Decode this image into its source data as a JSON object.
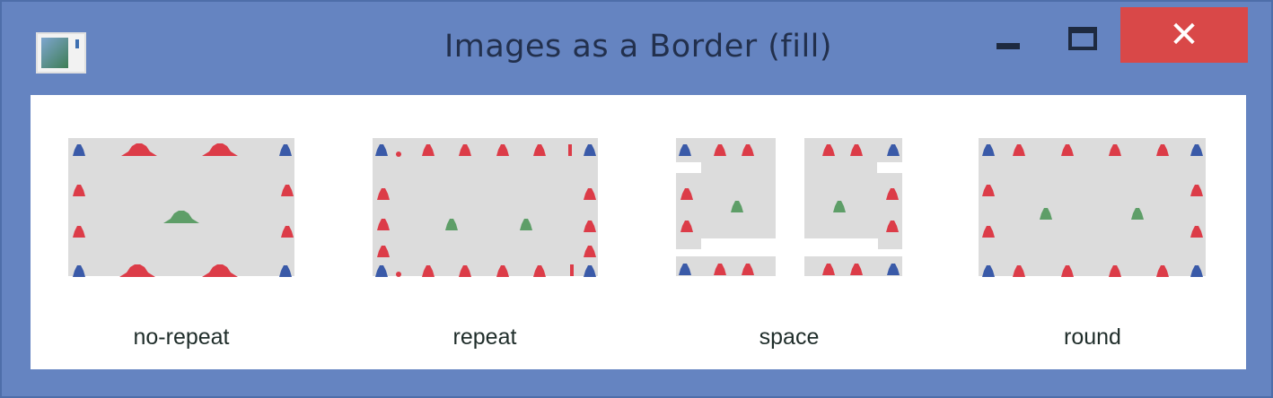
{
  "window": {
    "title": "Images as a Border (fill)",
    "close_symbol": "✕",
    "icons": [
      "app-icon",
      "minimize-icon",
      "maximize-icon",
      "close-icon"
    ]
  },
  "colors": {
    "frame": "#6584c1",
    "client": "#ffffff",
    "fill": "#dcdcdc",
    "corner_shape": "#3a5aa8",
    "edge_shape": "#dc3c48",
    "center_shape": "#5e9e68",
    "close_button": "#d94848"
  },
  "panels": [
    {
      "id": "no-repeat",
      "label": "no-repeat"
    },
    {
      "id": "repeat",
      "label": "repeat"
    },
    {
      "id": "space",
      "label": "space"
    },
    {
      "id": "round",
      "label": "round"
    }
  ]
}
